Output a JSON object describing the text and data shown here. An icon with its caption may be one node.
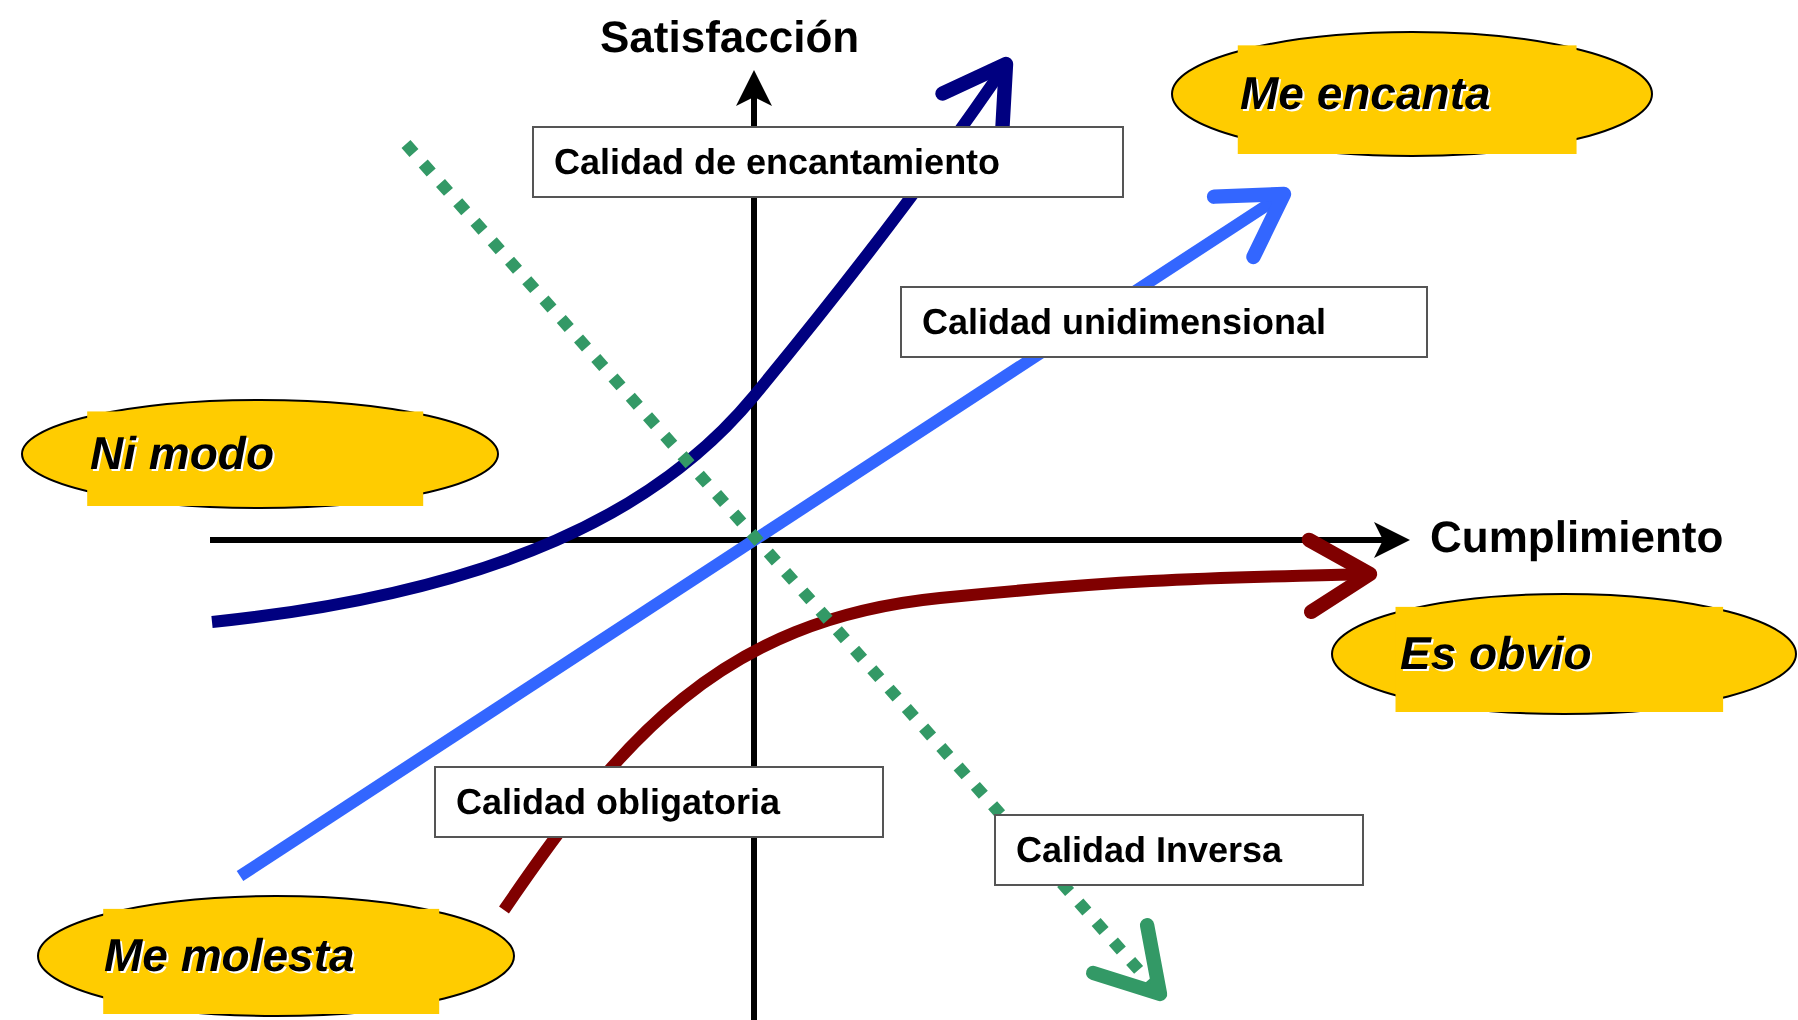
{
  "diagram": {
    "nodes": [
      {
        "text": [
          "Me encanta"
        ]
      },
      {
        "text": [
          "Calidad de encantamiento"
        ]
      },
      {
        "text": [
          "Calidad unidimensional"
        ]
      },
      {
        "text": [
          "Ni modo"
        ]
      },
      {
        "text": [
          "Es obvio"
        ]
      },
      {
        "text": [
          "Calidad obligatoria"
        ]
      },
      {
        "text": [
          "Calidad Inversa"
        ]
      },
      {
        "text": [
          "Me molesta"
        ]
      }
    ],
    "labels": [
      "Satisfacción",
      "Cumplimiento"
    ]
  }
}
